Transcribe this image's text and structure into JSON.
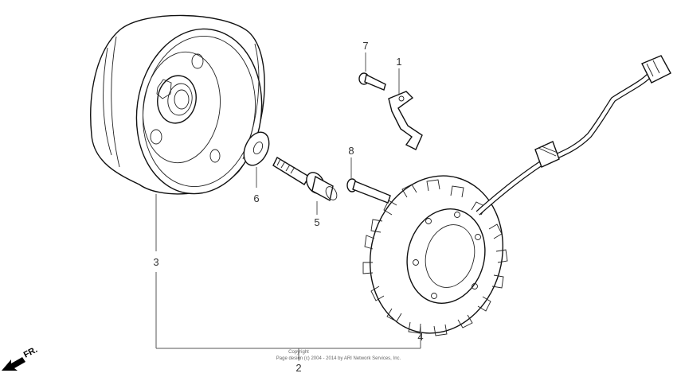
{
  "callouts": {
    "c1": "1",
    "c2": "2",
    "c3": "3",
    "c4": "4",
    "c5": "5",
    "c6": "6",
    "c7": "7",
    "c8": "8"
  },
  "copyright": {
    "line1": "Copyright",
    "line2": "Page design (c) 2004 - 2014 by ARI Network Services, Inc."
  },
  "direction": {
    "label": "FR."
  }
}
